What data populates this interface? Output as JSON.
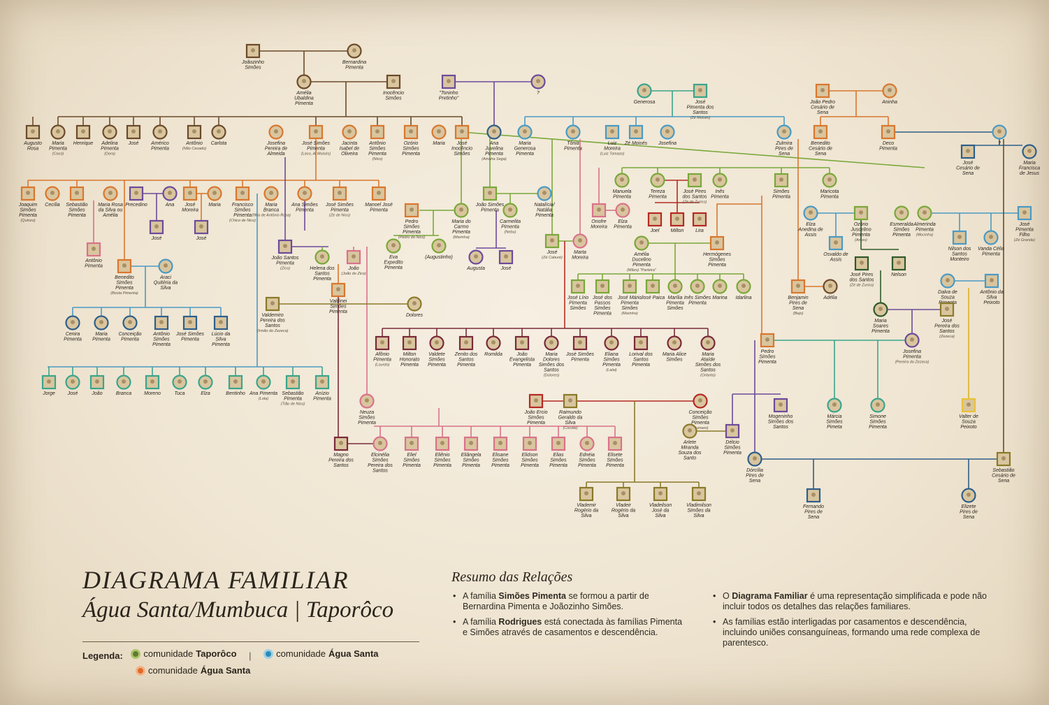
{
  "title": {
    "line1": "DIAGRAMA FAMILIAR",
    "line2": "Água Santa/Mumbuca | Taporôco"
  },
  "legend": {
    "label": "Legenda:",
    "items": [
      {
        "pre": "comunidade ",
        "name": "Taporôco",
        "color": "#5f7a2e",
        "icon": "green-star-dot-icon"
      },
      {
        "pre": "comunidade ",
        "name": "Água Santa",
        "color": "#2a8bb5",
        "icon": "blue-dot-icon"
      },
      {
        "pre": "comunidade ",
        "name": "Água Santa",
        "color": "#e06a2a",
        "icon": "orange-dot-icon"
      }
    ]
  },
  "summary": {
    "title": "Resumo das Relações",
    "col1": [
      {
        "a": "A família ",
        "b": "Simões Pimenta",
        "c": " se formou a partir de Bernardina Pimenta e Joãozinho Simões."
      },
      {
        "a": "A família ",
        "b": "Rodrigues",
        "c": " está conectada às famílias Pimenta e Simões através de casamentos e descendência."
      }
    ],
    "col2": [
      {
        "a": "O ",
        "b": "Diagrama Familiar",
        "c": " é uma representação simplificada e pode não incluir todos os detalhes das relações familiares."
      },
      {
        "a": "",
        "b": "",
        "c": "As famílias estão interligadas por casamentos e descendência, incluindo uniões consanguíneas, formando uma rede complexa de parentesco."
      }
    ]
  },
  "colors": {
    "brown": "#6b4a2b",
    "orange": "#d9772e",
    "green": "#79a83a",
    "blue": "#4a9ac4",
    "purple": "#6c4b9a",
    "pink": "#d9728a",
    "red": "#b52a24",
    "olive": "#8a7a2a",
    "navy": "#2e5f8a",
    "yellow": "#e8c23a",
    "teal": "#3aa58c",
    "maroon": "#7a2a3a",
    "darkgreen": "#2f5a2a",
    "box": "#c6b08a"
  },
  "people": [
    {
      "id": "joaozinho",
      "n": "Joãozinho Simões",
      "s": "m"
    },
    {
      "id": "bernardina",
      "n": "Bernardina Pimenta",
      "s": "f"
    },
    {
      "id": "amelia_u",
      "n": "Amélia Ubaldina Pimenta",
      "s": "f"
    },
    {
      "id": "inocencio",
      "n": "Inocêncio Simões",
      "s": "m"
    },
    {
      "id": "toninho",
      "n": "\"Toninho Pretinho\"",
      "s": "m"
    },
    {
      "id": "q1",
      "n": "?",
      "s": "f"
    },
    {
      "id": "augusto",
      "n": "Augusto Rosa",
      "s": "m"
    },
    {
      "id": "maria_p",
      "n": "Maria Pimenta",
      "sub": "(Cocó)",
      "s": "f"
    },
    {
      "id": "henrique",
      "n": "Henrique",
      "s": "m"
    },
    {
      "id": "adelina",
      "n": "Adelina Pimenta",
      "sub": "(Dora)",
      "s": "f"
    },
    {
      "id": "jose1",
      "n": "José",
      "s": "m"
    },
    {
      "id": "americo",
      "n": "Américo Pimenta",
      "s": "f"
    },
    {
      "id": "antonio1",
      "n": "Antônio",
      "sub": "(Não Casado)",
      "s": "m"
    },
    {
      "id": "carlota",
      "n": "Carlota",
      "s": "f"
    },
    {
      "id": "josefina",
      "n": "Josefina Pereira de Almeida",
      "s": "f"
    },
    {
      "id": "jose_sp",
      "n": "José Simões Pimenta",
      "sub": "(Leco, Al Moisés)",
      "s": "m"
    },
    {
      "id": "jacinta",
      "n": "Jacinta Isabel de Oliveira",
      "s": "f"
    },
    {
      "id": "antonio_sp",
      "n": "Antônio Simões Pimenta",
      "sub": "(Nico)",
      "s": "m"
    },
    {
      "id": "ozorio",
      "n": "Ozório Simões Pimenta",
      "s": "m"
    },
    {
      "id": "maria2",
      "n": "Maria",
      "s": "f"
    },
    {
      "id": "jose_is",
      "n": "José Inocêncio Simões",
      "s": "m"
    },
    {
      "id": "ana_j",
      "n": "Ana Juvelina Pimenta",
      "sub": "(Amaha Sega)",
      "s": "f"
    },
    {
      "id": "generosa",
      "n": "Generosa",
      "s": "f"
    },
    {
      "id": "jose_ps",
      "n": "José Pimenta dos Santos",
      "sub": "(Zé Moisés)",
      "s": "m"
    },
    {
      "id": "joao_pedro",
      "n": "João Pedro Cesário de Sena",
      "s": "m"
    },
    {
      "id": "aninha",
      "n": "Aninha",
      "s": "f"
    },
    {
      "id": "maria_gp",
      "n": "Maria Generosa Pimenta",
      "s": "f"
    },
    {
      "id": "tonia",
      "n": "Tônia Pimenta",
      "s": "f"
    },
    {
      "id": "luiz",
      "n": "Luiz Moreira",
      "sub": "(Luiz Tomazo)",
      "s": "m"
    },
    {
      "id": "ze_moises",
      "n": "Zé Moisés",
      "s": "m"
    },
    {
      "id": "josefina2",
      "n": "Josefina",
      "s": "f"
    },
    {
      "id": "zulmira",
      "n": "Zulmira Pires de Sena",
      "s": "f"
    },
    {
      "id": "benedito_cs",
      "n": "Benedito Cesário de Sena",
      "s": "m"
    },
    {
      "id": "deco",
      "n": "Deco Pimenta",
      "s": "m"
    },
    {
      "id": "q2",
      "n": "?",
      "s": "f"
    },
    {
      "id": "jose_cs",
      "n": "José Cesário de Sena",
      "s": "m"
    },
    {
      "id": "maria_fj",
      "n": "Maria Francisca de Jesus",
      "s": "f"
    },
    {
      "id": "joaquim",
      "n": "Joaquim Simões Pimenta",
      "sub": "(Quinzo)",
      "s": "m"
    },
    {
      "id": "cecilia",
      "n": "Cecília",
      "s": "f"
    },
    {
      "id": "sebastiao1",
      "n": "Sebastião Simões Pimenta",
      "s": "m"
    },
    {
      "id": "maria_rs",
      "n": "Maria Rosa da Silva ou Amélia",
      "s": "f"
    },
    {
      "id": "precedino",
      "n": "Precedino",
      "s": "m"
    },
    {
      "id": "ana1",
      "n": "Ana",
      "s": "f"
    },
    {
      "id": "jose_m",
      "n": "José Moreira",
      "s": "m"
    },
    {
      "id": "maria3",
      "n": "Maria",
      "s": "f"
    },
    {
      "id": "francisco",
      "n": "Francisco Simões Pimenta",
      "sub": "(Chico de Nico)",
      "s": "m"
    },
    {
      "id": "maria_b",
      "n": "Maria Branca",
      "sub": "(filha de Antônio Rosa)",
      "s": "f"
    },
    {
      "id": "ana_sp",
      "n": "Ana Simões Pimenta",
      "s": "f"
    },
    {
      "id": "jose_sp2",
      "n": "José Simões Pimenta",
      "sub": "(Zé de Nico)",
      "s": "m"
    },
    {
      "id": "manoel",
      "n": "Manoel José Pimenta",
      "s": "m"
    },
    {
      "id": "joao_sp",
      "n": "João Simões Pimenta",
      "s": "m"
    },
    {
      "id": "natalicia",
      "n": "Natalícia/ Natália Pimenta",
      "s": "f"
    },
    {
      "id": "manuela",
      "n": "Manuela Pimenta",
      "s": "f"
    },
    {
      "id": "tereza",
      "n": "Tereza Pimenta",
      "s": "f"
    },
    {
      "id": "jose_pires",
      "n": "José Pires dos Santos",
      "sub": "(Zé de Zurico)",
      "s": "m"
    },
    {
      "id": "ines",
      "n": "Inês Pimenta",
      "s": "f"
    },
    {
      "id": "simoes_p",
      "n": "Simões Pimenta",
      "s": "m"
    },
    {
      "id": "maricota",
      "n": "Maricota Pimenta",
      "s": "f"
    },
    {
      "id": "antonio_p",
      "n": "Antônio Pimenta",
      "s": "m"
    },
    {
      "id": "jose2",
      "n": "José",
      "s": "m"
    },
    {
      "id": "jose3",
      "n": "José",
      "s": "m"
    },
    {
      "id": "pedro_sp",
      "n": "Pedro Simões Pimenta",
      "sub": "(Pedro do Nico)",
      "s": "m"
    },
    {
      "id": "maria_cp",
      "n": "Maria do Carmo Pimenta",
      "sub": "(Marinha)",
      "s": "f"
    },
    {
      "id": "carmelita",
      "n": "Carmelita Pimenta",
      "sub": "(Nebu)",
      "s": "f"
    },
    {
      "id": "onofre",
      "n": "Onofre Moreira",
      "s": "m"
    },
    {
      "id": "elza",
      "n": "Elza Pimenta",
      "s": "f"
    },
    {
      "id": "joel",
      "n": "Joel",
      "s": "m"
    },
    {
      "id": "milton",
      "n": "Milton",
      "s": "m"
    },
    {
      "id": "lira",
      "n": "Lira",
      "s": "m"
    },
    {
      "id": "elza_aa",
      "n": "Elza Anedina de Assis",
      "s": "f"
    },
    {
      "id": "ozorio_jp",
      "n": "Ozório Juscelino Pimenta",
      "sub": "(Antes)",
      "s": "m"
    },
    {
      "id": "esmeralda",
      "n": "Esmeralda Simões Pimenta",
      "s": "f"
    },
    {
      "id": "almerinda",
      "n": "Almerinda Pimenta",
      "sub": "(Mocinha)",
      "s": "f"
    },
    {
      "id": "jose_pf",
      "n": "José Pimenta Filho",
      "sub": "(Zé Grande)",
      "s": "m"
    },
    {
      "id": "benedito_sp",
      "n": "Benedito Simões Pimenta",
      "sub": "(Bosta Pimenta)",
      "s": "m"
    },
    {
      "id": "araci",
      "n": "Araci Quitéria da Silva",
      "s": "f"
    },
    {
      "id": "joao_s",
      "n": "João Santos Pimenta",
      "sub": "(Zico)",
      "s": "m"
    },
    {
      "id": "helena",
      "n": "Helena dos Santos Pimenta",
      "s": "f"
    },
    {
      "id": "joao2",
      "n": "João",
      "sub": "(João do Zico)",
      "s": "m"
    },
    {
      "id": "eva",
      "n": "Eva Expedito Pimenta",
      "s": "f"
    },
    {
      "id": "augustinho",
      "n": "(Augustinho)",
      "s": "f"
    },
    {
      "id": "augusta",
      "n": "Augusta",
      "s": "f"
    },
    {
      "id": "jose4",
      "n": "José",
      "s": "m"
    },
    {
      "id": "jose_ze",
      "n": "José",
      "sub": "(Zé Caburé)",
      "s": "m"
    },
    {
      "id": "marta",
      "n": "Marta Moreira",
      "s": "f"
    },
    {
      "id": "amelia_d",
      "n": "Amélia Ducelino Pimenta",
      "sub": "(Mãzo) \"Parteira\"",
      "s": "f"
    },
    {
      "id": "hermogenes",
      "n": "Hermógenes Simões Pimenta",
      "s": "m"
    },
    {
      "id": "osvaldo",
      "n": "Osvaldo de Assis",
      "s": "m"
    },
    {
      "id": "nilson",
      "n": "Nilson dos Santos Monteiro",
      "s": "m"
    },
    {
      "id": "vanda",
      "n": "Vanda Célia Pimenta",
      "s": "f"
    },
    {
      "id": "valdinei",
      "n": "Valdinei Simões Pimenta",
      "s": "m"
    },
    {
      "id": "valdemiro",
      "n": "Valdemiro Pereira dos Santos",
      "sub": "(Irmão do Zezeca)",
      "s": "m"
    },
    {
      "id": "dolores",
      "n": "Dolores",
      "s": "f"
    },
    {
      "id": "jose_lirio",
      "n": "José Lírio Pimenta Simões",
      "s": "m"
    },
    {
      "id": "jose_passos",
      "n": "José dos Passos Simões Pimenta",
      "s": "m"
    },
    {
      "id": "jose_mario",
      "n": "José Mário Pimenta Simões",
      "sub": "(Marinho)",
      "s": "m"
    },
    {
      "id": "jose_paica",
      "n": "José Paica",
      "s": "m"
    },
    {
      "id": "marilia",
      "n": "Marília Pimenta Simões",
      "s": "f"
    },
    {
      "id": "ines_sp",
      "n": "Inês Simões Pimenta",
      "s": "f"
    },
    {
      "id": "marina",
      "n": "Marina",
      "s": "f"
    },
    {
      "id": "idarlina",
      "n": "Idarlina",
      "s": "f"
    },
    {
      "id": "benjamin",
      "n": "Benjamin Pires de Sena",
      "sub": "(Bejo)",
      "s": "m"
    },
    {
      "id": "adelia",
      "n": "Adélia",
      "s": "f"
    },
    {
      "id": "jose_pires2",
      "n": "José Pires dos Santos",
      "sub": "(Zé de Zurico)",
      "s": "m"
    },
    {
      "id": "nelson",
      "n": "Nelson",
      "s": "m"
    },
    {
      "id": "maria_ss",
      "n": "Maria Soares Pimenta",
      "s": "f"
    },
    {
      "id": "dalva",
      "n": "Dalva de Souza Pimenta",
      "s": "f"
    },
    {
      "id": "antonio_sp2",
      "n": "Antônio da Silva Peixoto",
      "s": "m"
    },
    {
      "id": "jose_pereira",
      "n": "José Pereira dos Santos",
      "sub": "(Zezeca)",
      "s": "m"
    },
    {
      "id": "cenira",
      "n": "Cenira Pimenta",
      "s": "f"
    },
    {
      "id": "maria4",
      "n": "Maria Pimenta",
      "s": "f"
    },
    {
      "id": "conceicao1",
      "n": "Conceição Pimenta",
      "s": "f"
    },
    {
      "id": "antonio_ssp",
      "n": "Antônio Simões Pimenta",
      "s": "m"
    },
    {
      "id": "jose_ssp",
      "n": "José Simões Pimenta",
      "s": "m"
    },
    {
      "id": "lucio",
      "n": "Lúcio da Silva Pimenta",
      "s": "m"
    },
    {
      "id": "afonio",
      "n": "Afônio Pimenta",
      "sub": "(Lourdo)",
      "s": "m"
    },
    {
      "id": "milton_hp",
      "n": "Milton Honorato Pimenta",
      "s": "m"
    },
    {
      "id": "valdete",
      "n": "Valdete Simões Pimenta",
      "s": "f"
    },
    {
      "id": "zenito",
      "n": "Zenito dos Santos Pimenta",
      "s": "m"
    },
    {
      "id": "romilda",
      "n": "Romilda",
      "s": "f"
    },
    {
      "id": "joao_ep",
      "n": "João Evangelista Pimenta",
      "s": "m"
    },
    {
      "id": "maria_ds",
      "n": "Maria Dolores Simões dos Santos",
      "sub": "(Dolores)",
      "s": "f"
    },
    {
      "id": "jose_ssp2",
      "n": "José Simões Pimenta",
      "s": "m"
    },
    {
      "id": "eliana",
      "n": "Eliana Simões Pimenta",
      "sub": "(Lalai)",
      "s": "f"
    },
    {
      "id": "lorival",
      "n": "Lorival dos Santos Pimenta",
      "s": "m"
    },
    {
      "id": "maria_as",
      "n": "Maria Alice Simões",
      "s": "f"
    },
    {
      "id": "maria_at",
      "n": "Maria Ataíde Simões dos Santos",
      "sub": "(Orlanto)",
      "s": "f"
    },
    {
      "id": "pedro_sp2",
      "n": "Pedro Simões Pimenta",
      "s": "m"
    },
    {
      "id": "josefina_p",
      "n": "Josefina Pimenta",
      "sub": "(Pereira do Zezeca)",
      "s": "f"
    },
    {
      "id": "jorge",
      "n": "Jorge",
      "s": "m"
    },
    {
      "id": "jose5",
      "n": "José",
      "s": "f"
    },
    {
      "id": "joao3",
      "n": "João",
      "s": "m"
    },
    {
      "id": "branca",
      "n": "Branca",
      "s": "f"
    },
    {
      "id": "moreno",
      "n": "Moreno",
      "s": "m"
    },
    {
      "id": "tuca",
      "n": "Tuca",
      "s": "f"
    },
    {
      "id": "elza2",
      "n": "Elza",
      "s": "f"
    },
    {
      "id": "bentinho",
      "n": "Bentinho",
      "s": "m"
    },
    {
      "id": "ana_p",
      "n": "Ana Pimenta",
      "sub": "(Lola)",
      "s": "f"
    },
    {
      "id": "sebastiao_p",
      "n": "Sebastião Pimenta",
      "sub": "(Tião de Nico)",
      "s": "m"
    },
    {
      "id": "anizio",
      "n": "Anízio Pimenta",
      "s": "m"
    },
    {
      "id": "neuza",
      "n": "Neuza Simões Pimenta",
      "s": "f"
    },
    {
      "id": "joao_ercio",
      "n": "João Ercio Simões Pimenta",
      "s": "m"
    },
    {
      "id": "raimundo",
      "n": "Raimundo Geraldo da Silva",
      "sub": "(Cocote)",
      "s": "m"
    },
    {
      "id": "conceicao_sp",
      "n": "Conceição Simões Pimenta",
      "sub": "(Sumaro)",
      "s": "f"
    },
    {
      "id": "mogeninho",
      "n": "Mogeninho Simões dos Santos",
      "s": "m"
    },
    {
      "id": "marcia",
      "n": "Márcia Simões Pimeta",
      "s": "f"
    },
    {
      "id": "simone",
      "n": "Simone Simões Pimenta",
      "s": "f"
    },
    {
      "id": "valter",
      "n": "Valter de Souza Peixoto",
      "s": "m"
    },
    {
      "id": "arlete",
      "n": "Arlete Miranda Souza dos Santo",
      "s": "f"
    },
    {
      "id": "delcio",
      "n": "Délcio Simões Pimenta",
      "s": "m"
    },
    {
      "id": "magno",
      "n": "Magno Pereira dos Santos",
      "s": "m"
    },
    {
      "id": "elcinelia",
      "n": "Elcinélia Simões Pereira dos Santos",
      "s": "f"
    },
    {
      "id": "eliel",
      "n": "Eliel Simões Pimenta",
      "s": "m"
    },
    {
      "id": "elienio",
      "n": "Eliênio Simões Pimenta",
      "s": "m"
    },
    {
      "id": "eliangela",
      "n": "Eliângela Simões Pimenta",
      "s": "m"
    },
    {
      "id": "elisane",
      "n": "Elisane Simões Pimenta",
      "s": "m"
    },
    {
      "id": "elidson",
      "n": "Elidson Simões Pimenta",
      "s": "m"
    },
    {
      "id": "elias",
      "n": "Elias Simões Pimenta",
      "s": "m"
    },
    {
      "id": "edneia",
      "n": "Ednéia Simões Pimenta",
      "s": "f"
    },
    {
      "id": "elisete",
      "n": "Elisete Simões Pimenta",
      "s": "m"
    },
    {
      "id": "dorcilia",
      "n": "Dórcília Pires de Sena",
      "s": "f"
    },
    {
      "id": "sebastiao_cs",
      "n": "Sebastião Cesário de Sena",
      "s": "m"
    },
    {
      "id": "vlademir",
      "n": "Vlademir Rogério da Silva",
      "s": "m"
    },
    {
      "id": "vladeir",
      "n": "Vladeir Rogério da Silva",
      "s": "m"
    },
    {
      "id": "vladeilson",
      "n": "Vladeilson José da Silva",
      "s": "m"
    },
    {
      "id": "vladimilson",
      "n": "Vladimilson Simões da Silva",
      "s": "m"
    },
    {
      "id": "fernando",
      "n": "Fernando Pires de Sena",
      "s": "m"
    },
    {
      "id": "elizete",
      "n": "Elizete Pires de Sena",
      "s": "f"
    }
  ]
}
